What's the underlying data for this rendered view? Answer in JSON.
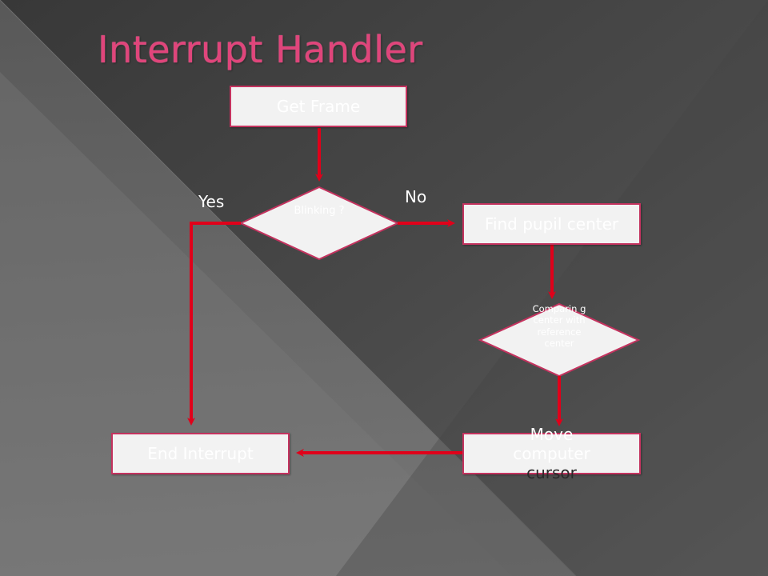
{
  "slide": {
    "title": "Interrupt Handler"
  },
  "flowchart": {
    "get_frame": "Get Frame",
    "blinking_decision": "Blinking ?",
    "branch_yes": "Yes",
    "branch_no": "No",
    "find_pupil": "Find pupil center",
    "comparing_decision": "Comparin g center with reference center",
    "move_cursor_line1": "Move",
    "move_cursor_line2": "computer",
    "move_cursor_line3": "cursor",
    "end_interrupt": "End Interrupt"
  },
  "colors": {
    "title": "#e0457b",
    "border": "#c4335f",
    "arrow": "#e0001a",
    "box_fill": "#f2f2f2"
  }
}
